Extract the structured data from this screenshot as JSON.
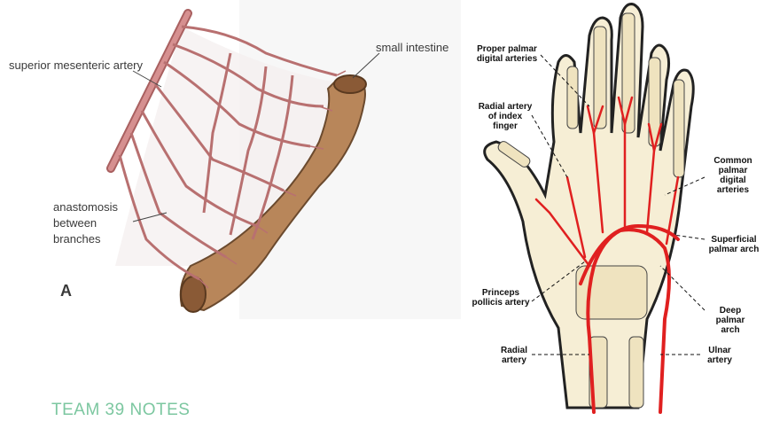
{
  "intestine": {
    "labels": {
      "artery": "superior mesenteric artery",
      "intestine": "small intestine",
      "anastomosis": "anastomosis between branches",
      "panel": "A"
    },
    "colors": {
      "artery": "#c98383",
      "intestine": "#b8865a"
    }
  },
  "hand": {
    "labels": {
      "proper": "Proper palmar digital arteries",
      "radial_index": "Radial artery of index finger",
      "common": "Common palmar digital arteries",
      "superficial": "Superficial palmar arch",
      "princeps": "Princeps pollicis artery",
      "deep": "Deep palmar arch",
      "radial": "Radial artery",
      "ulnar": "Ulnar artery"
    },
    "colors": {
      "artery": "#e02020",
      "bone": "#f2e8c9"
    }
  },
  "footer": {
    "text": "TEAM 39 NOTES"
  }
}
